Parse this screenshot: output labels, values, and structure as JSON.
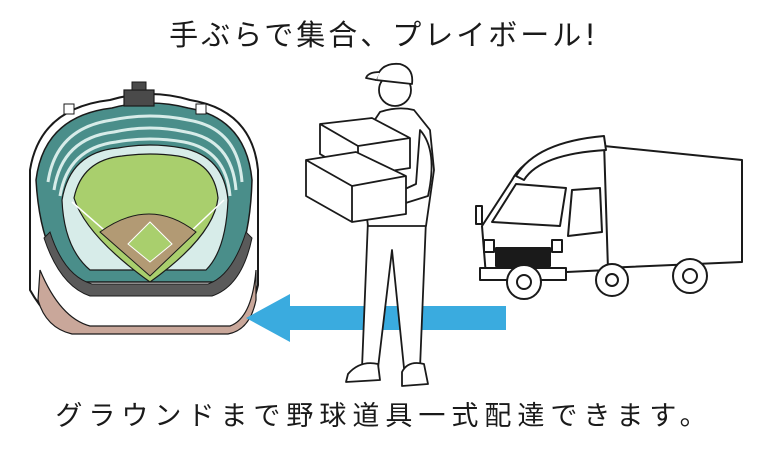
{
  "headline": "手ぶらで集合、プレイボール!",
  "caption": "グラウンドまで野球道具一式配達できます。",
  "colors": {
    "arrow": "#3aabdf",
    "field_grass": "#a9cf6d",
    "infield_dirt": "#b29a74",
    "stands_light": "#d7ece9",
    "stands_dark": "#4a8e8a",
    "stands_lower": "#5a5a5a",
    "ink": "#1a1a1a"
  },
  "illustrations": {
    "stadium": "baseball-stadium-illustration",
    "delivery_person": "delivery-person-carrying-boxes",
    "truck": "delivery-truck-illustration",
    "arrow": "left-arrow"
  }
}
